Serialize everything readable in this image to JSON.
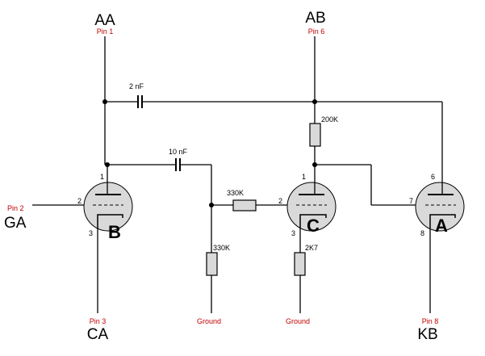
{
  "terminals": {
    "aa": {
      "name": "AA",
      "pin": "Pin 1"
    },
    "ab": {
      "name": "AB",
      "pin": "Pin 6"
    },
    "ga": {
      "name": "GA",
      "pin": "Pin 2"
    },
    "ca": {
      "name": "CA",
      "pin": "Pin 3"
    },
    "kb": {
      "name": "KB",
      "pin": "Pin 8"
    }
  },
  "components": {
    "cap_top": "2 nF",
    "cap_mid": "10 nF",
    "res_plate": "200K",
    "res_series": "330K",
    "res_ground": "330K",
    "res_cathode": "2K7"
  },
  "grounds": {
    "left": "Ground",
    "right": "Ground"
  },
  "tubes": {
    "b": {
      "label": "B",
      "pin_top": "1",
      "pin_left": "2",
      "pin_bottom": "3"
    },
    "c": {
      "label": "C",
      "pin_top": "1",
      "pin_left": "2",
      "pin_bottom": "3"
    },
    "a": {
      "label": "A",
      "pin_top": "6",
      "pin_left": "7",
      "pin_bottom": "8"
    }
  }
}
